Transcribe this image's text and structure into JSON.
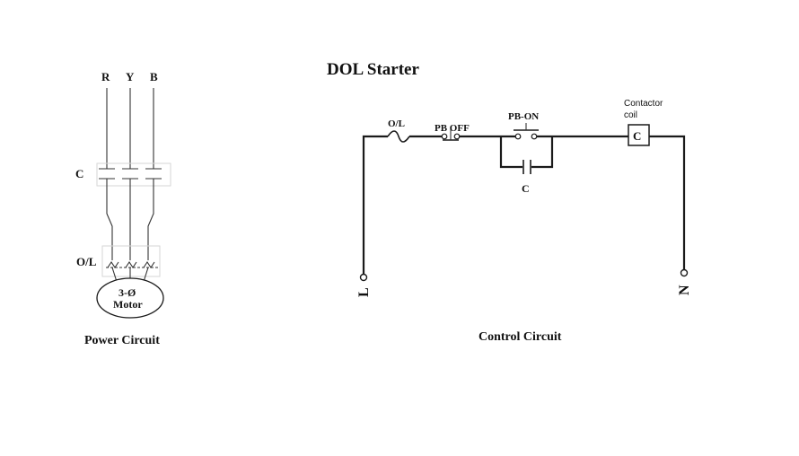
{
  "title": "DOL Starter",
  "power_circuit": {
    "phases": [
      "R",
      "Y",
      "B"
    ],
    "contactor_label": "C",
    "overload_label": "O/L",
    "motor_line1": "3-Ø",
    "motor_line2": "Motor",
    "caption": "Power Circuit"
  },
  "control_circuit": {
    "overload_label": "O/L",
    "pb_off_label": "PB OFF",
    "pb_on_label": "PB-ON",
    "hold_contact_label": "C",
    "coil_note_line1": "Contactor",
    "coil_note_line2": "coil",
    "coil_label": "C",
    "line_label": "L",
    "neutral_label": "N",
    "caption": "Control Circuit"
  }
}
